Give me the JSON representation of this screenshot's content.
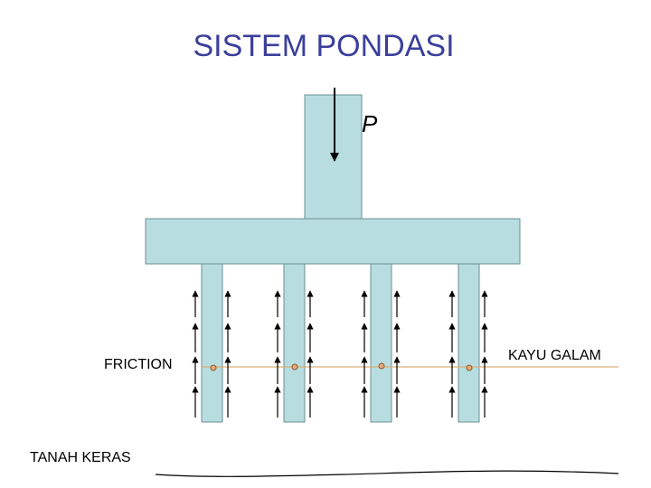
{
  "title": "SISTEM PONDASI",
  "load_label": "P",
  "friction_label": "FRICTION",
  "hard_soil_label": "TANAH KERAS",
  "pile_material_label": "KAYU GALAM",
  "colors": {
    "title": "#3b3f9a",
    "structure_fill": "#b8dde1",
    "structure_stroke": "#6d8f94",
    "arrow": "#000000",
    "reference_line": "#d9b07a",
    "marker_fill": "#e9a97a",
    "marker_stroke": "#8a5a30"
  },
  "icons": {
    "load_arrow": "down-arrow-icon",
    "friction_arrow": "up-arrow-icon",
    "pile_marker": "circle-marker-icon"
  }
}
